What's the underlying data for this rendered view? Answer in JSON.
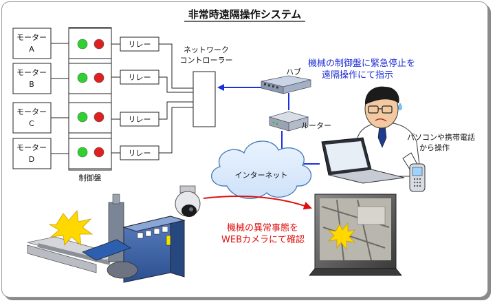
{
  "title": "非常時遠隔操作システム",
  "motors": [
    {
      "label_top": "モーター",
      "label_bottom": "A"
    },
    {
      "label_top": "モーター",
      "label_bottom": "B"
    },
    {
      "label_top": "モーター",
      "label_bottom": "C"
    },
    {
      "label_top": "モーター",
      "label_bottom": "D"
    }
  ],
  "relay_label": "リレー",
  "control_panel_label": "制御盤",
  "network_controller_label": [
    "ネットワーク",
    "コントローラー"
  ],
  "hub_label": "ハブ",
  "router_label": "ルーター",
  "internet_label": "インターネット",
  "operator_instruction": [
    "機械の制御盤に緊急停止を",
    "遠隔操作にて指示"
  ],
  "device_label": [
    "パソコンや携帯電話",
    "から操作"
  ],
  "camera_confirm": [
    "機械の異常事態を",
    "WEBカメラにて確認"
  ],
  "colors": {
    "instruction_text": "#1f2fd6",
    "confirm_text": "#e01010",
    "blue_arrow": "#1a2fe0",
    "red_arrow": "#e01010",
    "lamp_green": "#2fd12f",
    "lamp_red": "#e02020",
    "alert_burst": "#ffd800"
  }
}
